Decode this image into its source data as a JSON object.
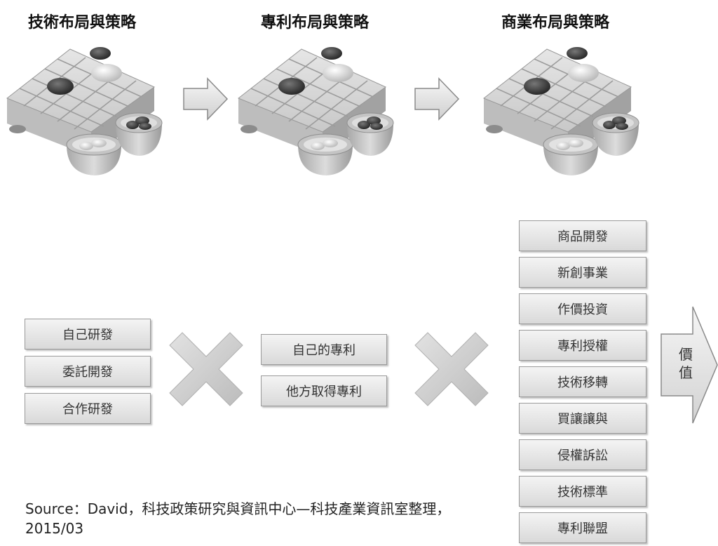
{
  "titles": [
    "技術布局與策略",
    "專利布局與策略",
    "商業布局與策略"
  ],
  "left_boxes": [
    "自己研發",
    "委託開發",
    "合作研發"
  ],
  "middle_boxes": [
    "自己的專利",
    "他方取得專利"
  ],
  "right_boxes": [
    "商品開發",
    "新創事業",
    "作價投資",
    "專利授權",
    "技術移轉",
    "買讓讓與",
    "侵權訴訟",
    "技術標準",
    "專利聯盟"
  ],
  "value_label": [
    "價",
    "值"
  ],
  "source": "Source：David，科技政策研究與資訊中心—科技產業資訊室整理，2015/03"
}
